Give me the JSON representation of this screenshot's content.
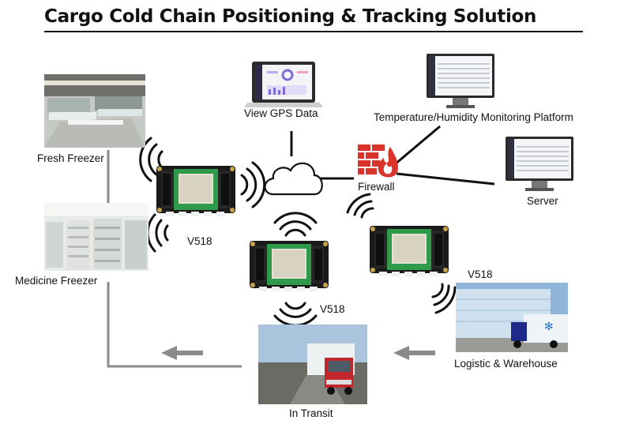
{
  "title": "Cargo Cold Chain Positioning & Tracking Solution",
  "nodes": {
    "fresh_freezer": "Fresh Freezer",
    "medicine_freezer": "Medicine Freezer",
    "in_transit": "In Transit",
    "logistic_warehouse": "Logistic & Warehouse",
    "view_gps": "View GPS Data",
    "temp_platform": "Temperature/Humidity Monitoring Platform",
    "server": "Server",
    "firewall": "Firewall"
  },
  "devices": {
    "left": "V518",
    "center": "V518",
    "right": "V518"
  },
  "colors": {
    "line": "#777777",
    "firewall": "#d9342b",
    "pcb": "#2f9a4a",
    "arrow": "#8a8a8a"
  }
}
